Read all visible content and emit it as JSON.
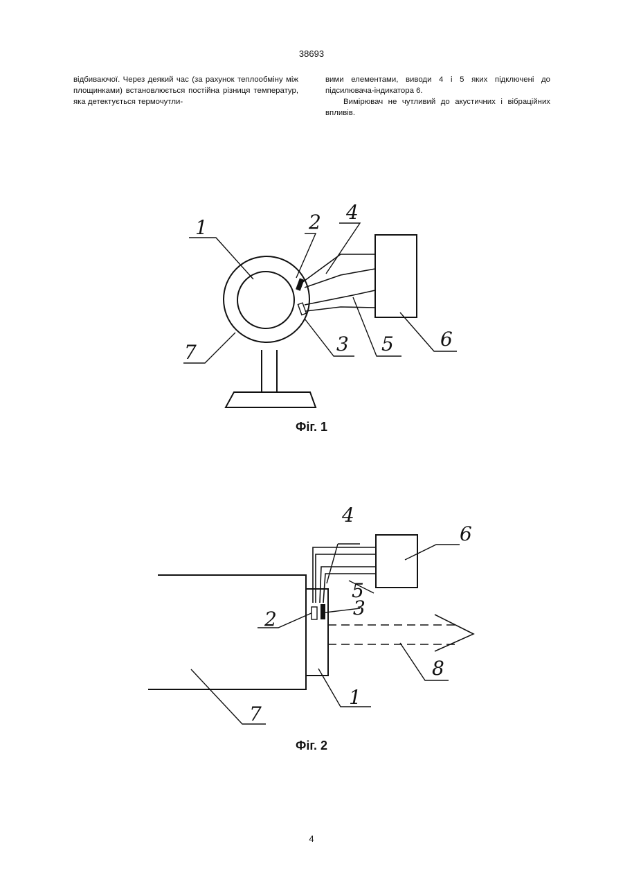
{
  "header": {
    "page_code": "38693"
  },
  "text": {
    "left_column": "відбиваючої. Через деякий час (за рахунок теплообміну між площинками) встановлюється постійна різниця температур, яка детектується термочутли-",
    "right_column_p1": "вими елементами, виводи 4 і 5 яких підключені до підсилювача-індикатора 6.",
    "right_column_p2": "Вимірювач не чутливий до акустичних і вібраційних впливів."
  },
  "figure1": {
    "caption": "Фіг. 1",
    "labels": {
      "l1": "1",
      "l2": "2",
      "l3": "3",
      "l4": "4",
      "l5": "5",
      "l6": "6",
      "l7": "7"
    }
  },
  "figure2": {
    "caption": "Фіг. 2",
    "labels": {
      "l1": "1",
      "l2": "2",
      "l3": "3",
      "l4": "4",
      "l5": "5",
      "l6": "6",
      "l7": "7",
      "l8": "8"
    }
  },
  "footer": {
    "page_number": "4"
  }
}
